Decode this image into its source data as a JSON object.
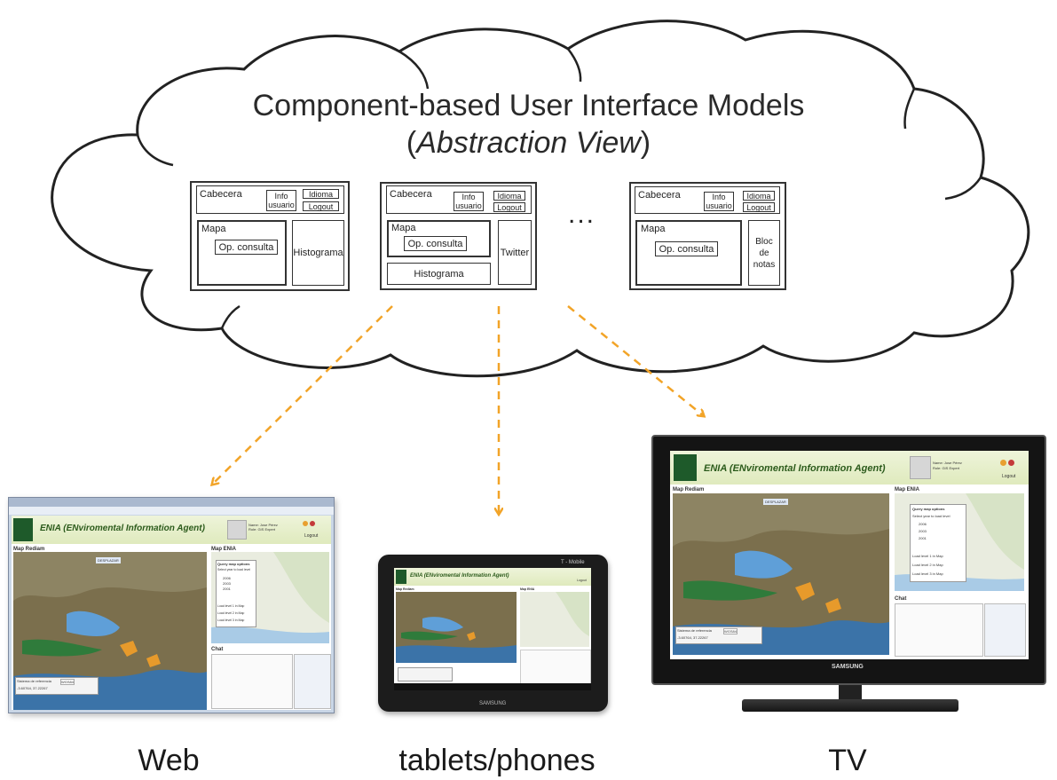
{
  "title": {
    "line1": "Component-based User Interface Models",
    "line2_open": "(",
    "line2_italic": "Abstraction View",
    "line2_close": ")"
  },
  "models": [
    {
      "header": "Cabecera",
      "info": "Info usuario",
      "idioma": "Idioma",
      "logout": "Logout",
      "mapa": "Mapa",
      "consulta": "Op. consulta",
      "extra": "Histograma"
    },
    {
      "header": "Cabecera",
      "info": "Info usuario",
      "idioma": "Idioma",
      "logout": "Logout",
      "mapa": "Mapa",
      "consulta": "Op. consulta",
      "bottom": "Histograma",
      "side": "Twitter"
    },
    {
      "header": "Cabecera",
      "info": "Info usuario",
      "idioma": "Idioma",
      "logout": "Logout",
      "mapa": "Mapa",
      "consulta": "Op. consulta",
      "side": "Bloc de notas"
    }
  ],
  "ellipsis": "...",
  "captions": {
    "web": "Web",
    "tablet": "tablets/phones",
    "tv": "TV"
  },
  "screens": {
    "app_title": "ENIA (ENviromental Information Agent)",
    "map_left": "Map Rediam",
    "map_right": "Map ENIA",
    "chat": "Chat",
    "logout": "Logout",
    "desplazar": "DESPLAZAR",
    "query_options": "Query map options",
    "select_year": "Select year to load level",
    "years": [
      "2006",
      "2003",
      "2001"
    ],
    "load_level_1": "Load level 1 in Map",
    "load_level_2": "Load level 2 in Map",
    "load_level_3": "Load level 3 in Map",
    "ref_label": "Sistema de referencia",
    "ref_value": "WGS84",
    "coords": "-3.60764, 37.22267",
    "user_name": "Name: Jose Pérez",
    "user_role": "Role: GIS Expert",
    "tv_brand": "SAMSUNG",
    "tablet_brand": "SAMSUNG",
    "tablet_carrier": "T - Mobile"
  },
  "colors": {
    "arrow": "#f2a428",
    "cloud_stroke": "#222222",
    "app_green": "#2c5b1c"
  }
}
